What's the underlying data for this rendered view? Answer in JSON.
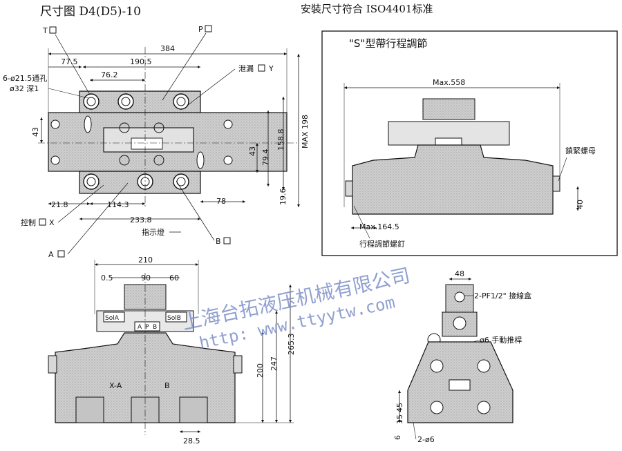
{
  "header": {
    "left_title": "尺寸图 D4(D5)-10",
    "right_title": "安裝尺寸符合 ISO4401标准"
  },
  "top_view": {
    "port_labels": {
      "t": "T",
      "p": "P",
      "drain": "泄漏",
      "drain_y": "Y",
      "control_x": "控制",
      "x": "X",
      "a": "A",
      "b": "B",
      "indicator": "指示燈"
    },
    "hole_spec_1": "6-ø21.5通孔",
    "hole_spec_2": "ø32 深1",
    "dims": {
      "overall_width": "384",
      "d190_5": "190.5",
      "d77_5": "77.5",
      "d76_2": "76.2",
      "d43_left": "43",
      "d21_8": "21.8",
      "d114_3": "114.3",
      "d233_8": "233.8",
      "d78": "78",
      "d19_6": "19.6",
      "d79_4": "79.4",
      "d43_right": "43",
      "d158_8": "158.8",
      "max198": "MAX 198"
    }
  },
  "s_type_box": {
    "title": "\"S\"型帶行程調節",
    "max558": "Max.558",
    "max164_5": "Max.164.5",
    "lock_nut": "鎖緊螺母",
    "stroke_screw": "行程調節螺釘",
    "d40": "40"
  },
  "front_view": {
    "dims": {
      "d210": "210",
      "d0_5": "0.5",
      "d90": "90",
      "d60": "60",
      "d200": "200",
      "d247": "247",
      "d265_3": "265.3",
      "d28_5": "28.5"
    },
    "labels": {
      "sola": "SolA",
      "solb": "SolB",
      "apb_a": "A",
      "apb_p": "P",
      "apb_b": "B",
      "x_a": "X-A",
      "b": "B"
    }
  },
  "side_view": {
    "dims": {
      "d48": "48",
      "d45": "45",
      "d15": "15",
      "d6": "6"
    },
    "labels": {
      "junction_box": "2-PF1/2\" 接線盒",
      "manual_lever": "ø6 手動推桿",
      "holes": "2-ø6"
    }
  },
  "watermark": {
    "company": "上海台拓液压机械有限公司",
    "url": "http: www.ttyytw.com"
  },
  "colors": {
    "ink": "#111111",
    "watermark": "#7d8fc9",
    "body_fill": "#d4d4d4",
    "body_shade": "#9a9a9a",
    "paper": "#ffffff"
  }
}
